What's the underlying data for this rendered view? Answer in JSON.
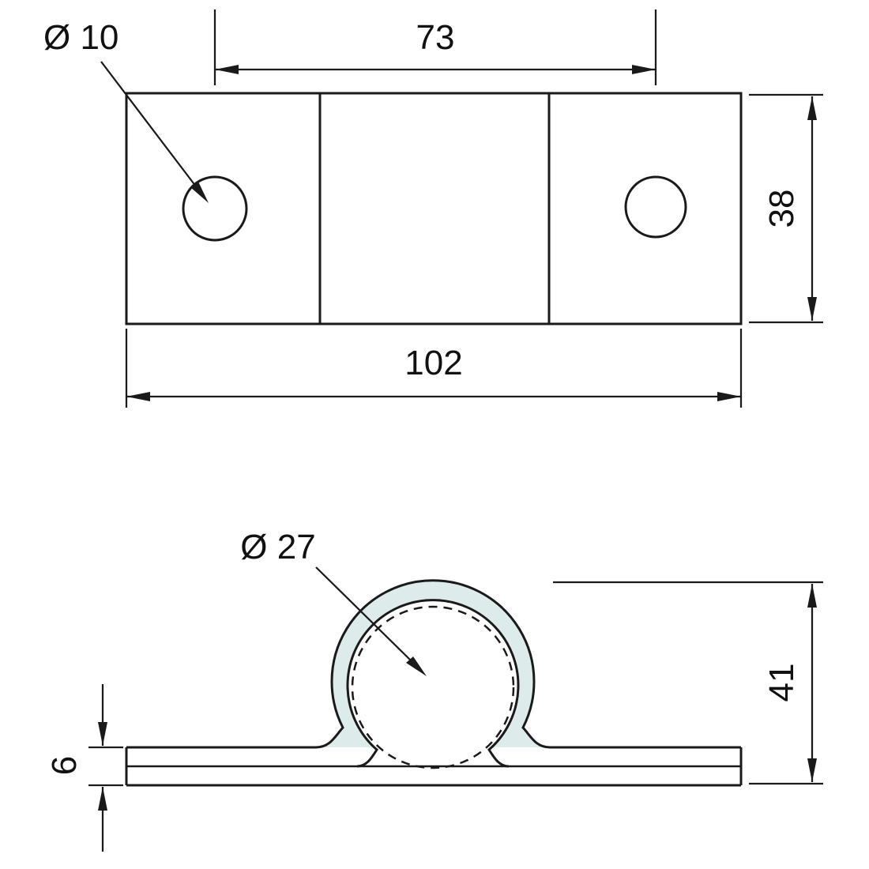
{
  "colors": {
    "part_fill": "#ddeceb",
    "line": "#1a1a1a",
    "hole_fill": "#ffffff",
    "background": "#ffffff"
  },
  "top_view": {
    "labels": {
      "hole_diameter": "Ø 10",
      "hole_spacing": "73",
      "plate_height": "38",
      "plate_width": "102"
    }
  },
  "side_view": {
    "labels": {
      "pipe_diameter": "Ø 27",
      "overall_height": "41",
      "base_thickness": "6"
    }
  }
}
